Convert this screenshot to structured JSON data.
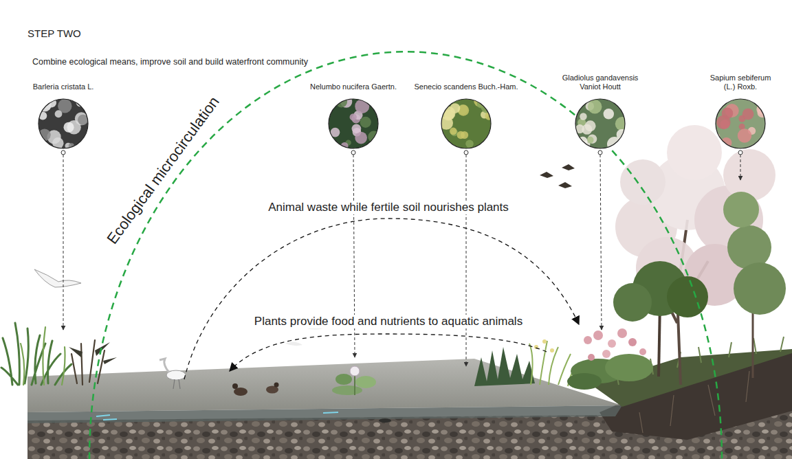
{
  "diagram": {
    "title": "STEP TWO",
    "nodes": [
      {
        "text": [
          "Barleria cristata L."
        ]
      },
      {
        "text": [
          "Nelumbo nucifera Gaertn."
        ]
      },
      {
        "text": [
          "Senecio scandens Buch.-Ham."
        ]
      },
      {
        "text": [
          "Gladiolus gandavensis Vaniot Houtt"
        ]
      },
      {
        "text": [
          "Sapium sebiferum (L.) Roxb."
        ]
      }
    ],
    "labels": [
      "Combine ecological means, improve soil and build waterfront community",
      "Ecological microcirculation",
      "Animal waste while fertile soil nourishes plants",
      "Plants provide food and nutrients to aquatic animals"
    ]
  }
}
